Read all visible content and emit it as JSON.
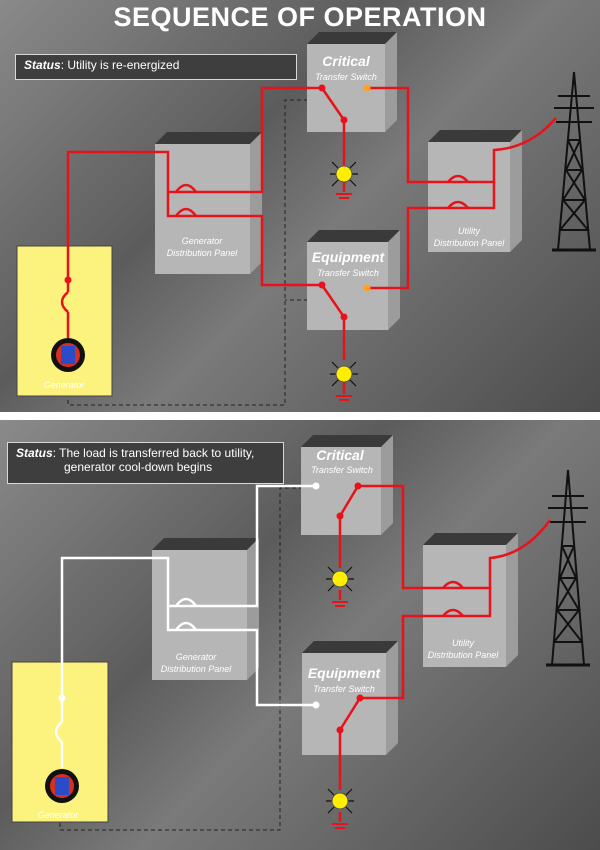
{
  "title": "SEQUENCE OF OPERATION",
  "colors": {
    "energized": "#e8121a",
    "deenergized": "#ffffff",
    "lamp": "#ffee00",
    "generator_fill": "#fbf37e"
  },
  "panels": [
    {
      "status_key": "Status",
      "status_text": "Utility is re-energized",
      "critical_label": "Critical",
      "equipment_label": "Equipment",
      "ts_label": "Transfer Switch",
      "gdp_line1": "Generator",
      "gdp_line2": "Distribution Panel",
      "udp_line1": "Utility",
      "udp_line2": "Distribution Panel",
      "generator_label": "Generator",
      "generator_side": "energized"
    },
    {
      "status_key": "Status",
      "status_text_line1": "The load is transferred back to utility,",
      "status_text_line2": "generator cool-down begins",
      "critical_label": "Critical",
      "equipment_label": "Equipment",
      "ts_label": "Transfer Switch",
      "gdp_line1": "Generator",
      "gdp_line2": "Distribution Panel",
      "udp_line1": "Utility",
      "udp_line2": "Distribution Panel",
      "generator_label": "Generator",
      "generator_side": "deenergized"
    }
  ]
}
